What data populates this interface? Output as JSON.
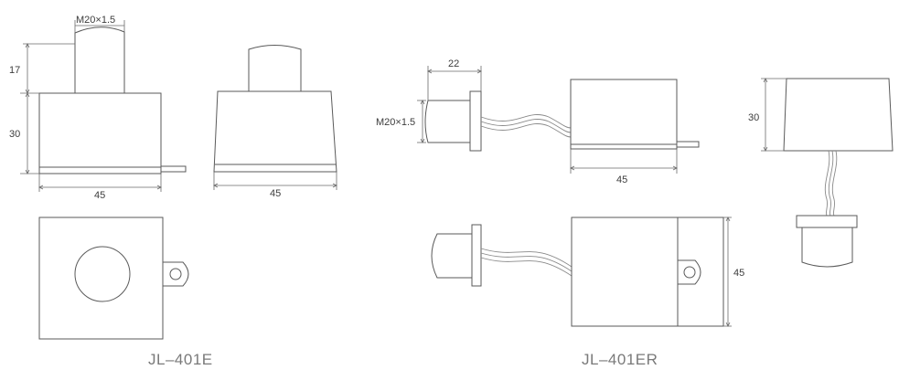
{
  "models": {
    "left": "JL–401E",
    "right": "JL–401ER"
  },
  "dimensions": {
    "thread": "M20×1.5",
    "cap_height": "17",
    "body_height": "30",
    "width": "45",
    "connector_length": "22"
  }
}
